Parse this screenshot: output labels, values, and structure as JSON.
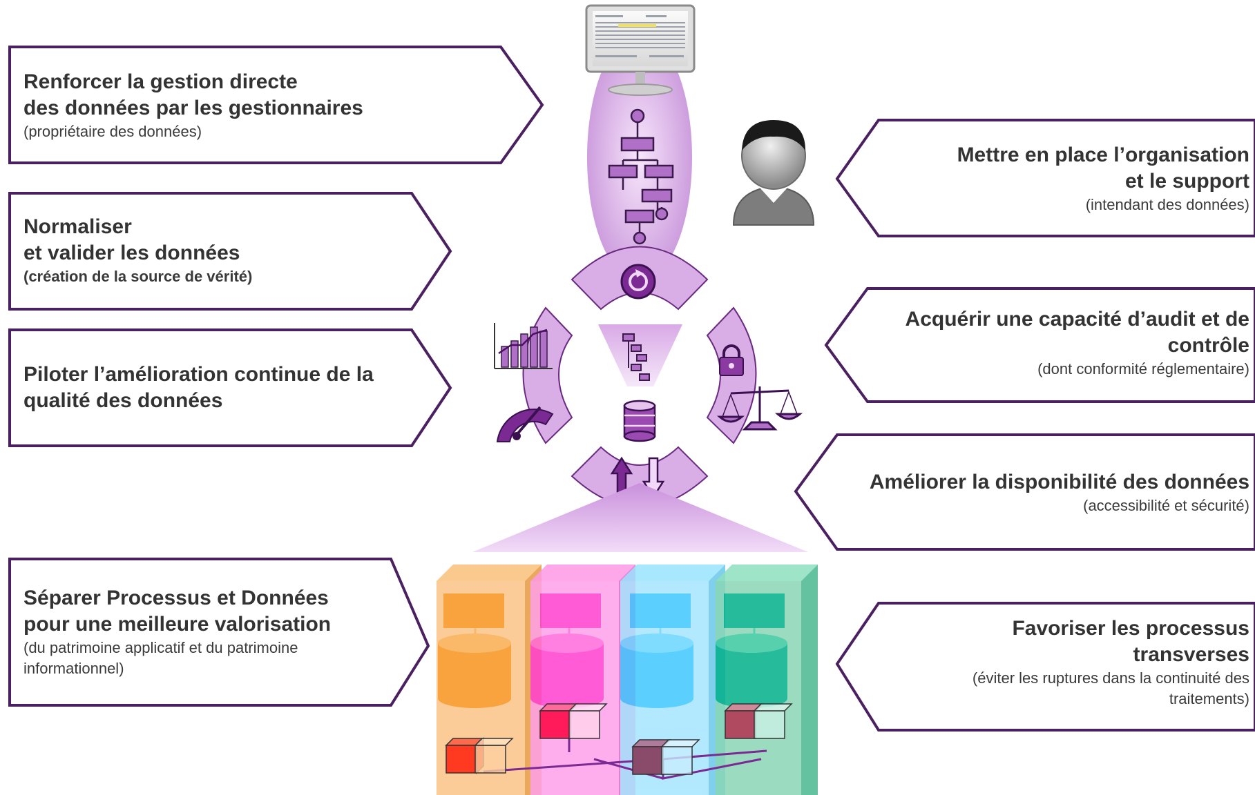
{
  "callouts": {
    "c1": {
      "title_1": "Renforcer la gestion directe",
      "title_2": "des données par les gestionnaires",
      "sub": "(propriétaire  des données)"
    },
    "c2": {
      "title_1": "Normaliser",
      "title_2": "et valider les données",
      "sub": "(création de la source de vérité)"
    },
    "c3": {
      "title_1": "Piloter l’amélioration  continue de la",
      "title_2": "qualité des données"
    },
    "c4": {
      "title_1": "Séparer Processus et Données",
      "title_2": "pour une meilleure  valorisation",
      "sub_1": "(du patrimoine applicatif et du patrimoine",
      "sub_2": "informationnel)"
    },
    "c5": {
      "title_1": "Mettre en place l’organisation",
      "title_2": "et le support",
      "sub": "(intendant des données)"
    },
    "c6": {
      "title_1": "Acquérir une capacité d’audit et de",
      "title_2": "contrôle",
      "sub": "(dont  conformité  réglementaire)"
    },
    "c7": {
      "title_1": "Améliorer la disponibilité des données",
      "sub": "(accessibilité et sécurité)"
    },
    "c8": {
      "title_1": "Favoriser les processus",
      "title_2": "transverses",
      "sub_1": "(éviter  les ruptures  dans la continuité des",
      "sub_2": "traitements)"
    }
  },
  "colors": {
    "arrow_border": "#4a2060",
    "purple_light": "#e8c8f0",
    "purple_mid": "#c88ad8",
    "purple_dark": "#8a3a9a",
    "column_orange": "#f7941d",
    "column_pink": "#ff3fd0",
    "column_blue": "#3fc8ff",
    "column_green": "#00b08a"
  },
  "icons": [
    "monitor-icon",
    "flowchart-icon",
    "user-icon",
    "refresh-icon",
    "chart-icon",
    "gauge-icon",
    "tree-icon",
    "database-icon",
    "lock-icon",
    "scales-icon",
    "up-down-arrows-icon"
  ]
}
